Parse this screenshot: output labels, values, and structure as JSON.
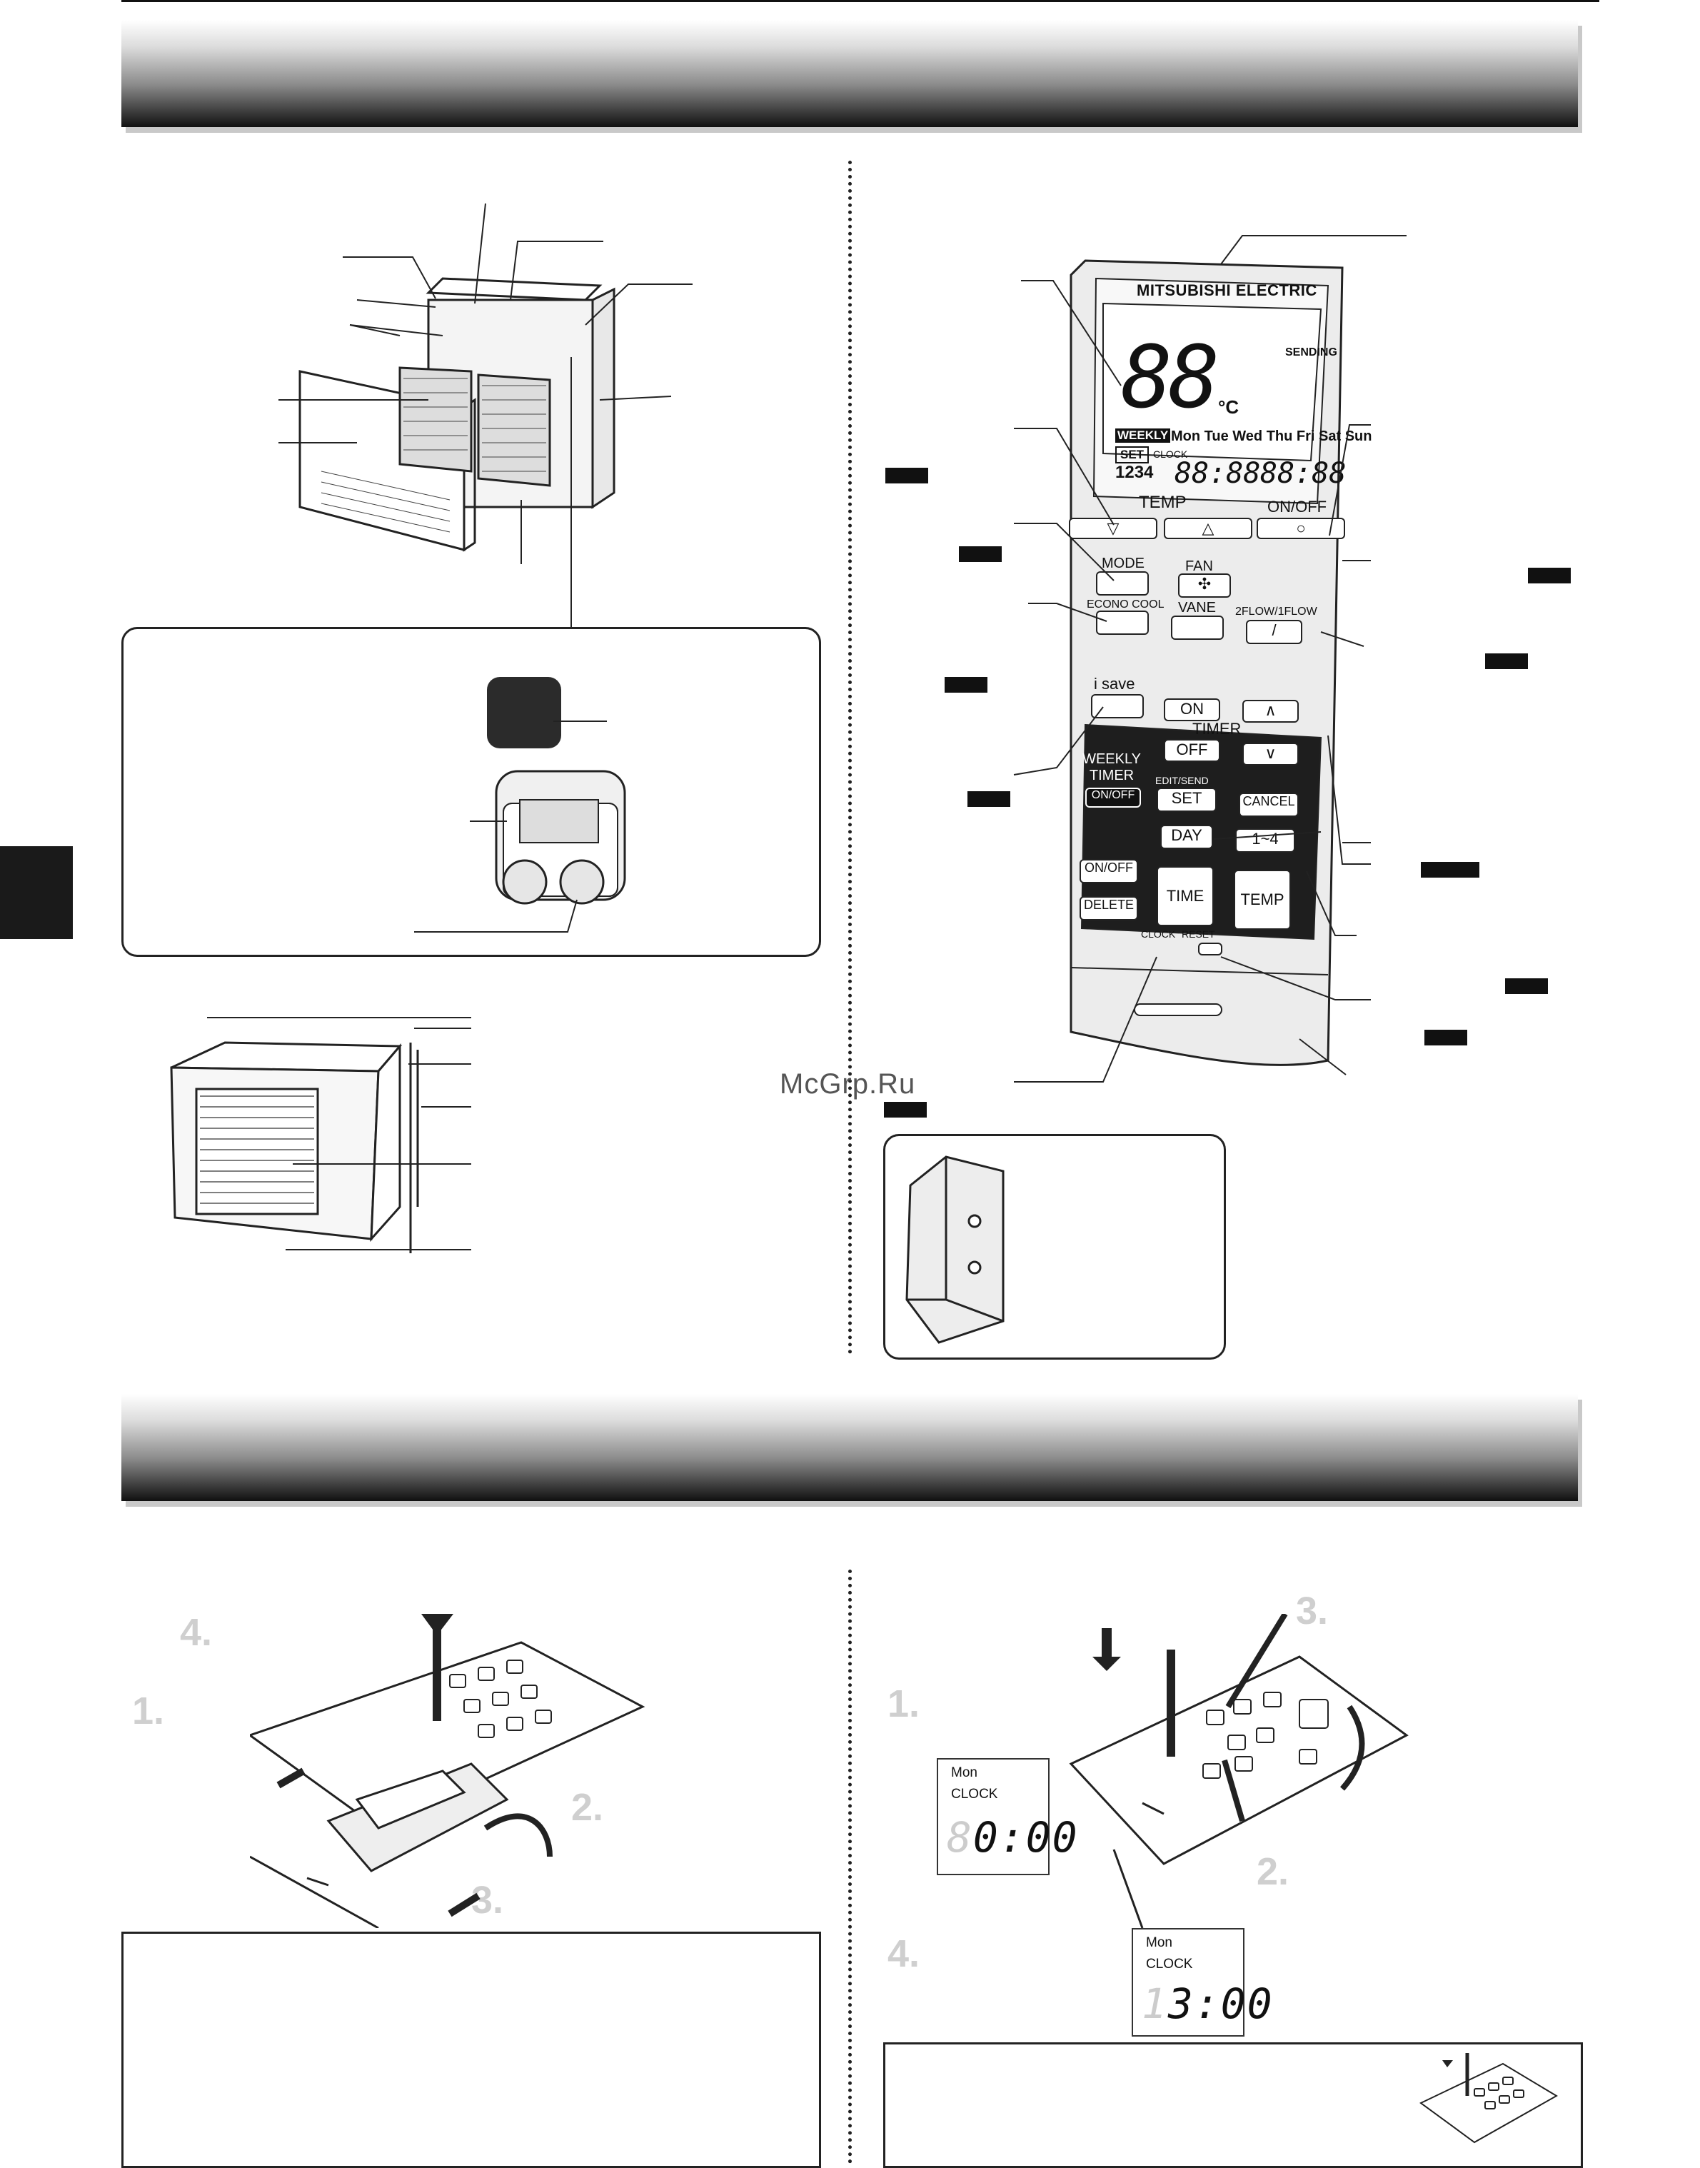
{
  "watermark": "McGrp.Ru",
  "remote": {
    "brand": "MITSUBISHI ELECTRIC",
    "display_temp": "88",
    "display_unit": "°C",
    "sending": "SENDING",
    "weekly": "WEEKLY",
    "days": "Mon Tue Wed Thu Fri Sat Sun",
    "set": "SET",
    "clock": "CLOCK",
    "on": "ON",
    "off": "OFF",
    "digits": "1234",
    "time1": "88:88",
    "time2": "88:88",
    "temp_label": "TEMP",
    "onoff_label": "ON/OFF",
    "mode_label": "MODE",
    "fan_label": "FAN",
    "econo_label": "ECONO COOL",
    "vane_label": "VANE",
    "flow_label": "2FLOW/1FLOW",
    "flow_symbol": "/",
    "isave_label": "i save",
    "timer_on": "ON",
    "timer_label": "TIMER",
    "timer_off": "OFF",
    "weekly_timer_label": "WEEKLY TIMER",
    "weekly_onoff": "ON/OFF",
    "edit_send": "EDIT/SEND",
    "set_btn": "SET",
    "cancel": "CANCEL",
    "day": "DAY",
    "range": "1~4",
    "onoff_btn": "ON/OFF",
    "delete": "DELETE",
    "time_btn": "TIME",
    "temp_btn": "TEMP",
    "clock_btn": "CLOCK",
    "reset_btn": "RESET"
  },
  "battery_steps": [
    "4.",
    "1.",
    "2.",
    "3."
  ],
  "clock_steps": [
    "3.",
    "1.",
    "2.",
    "4."
  ],
  "lcd_before": {
    "day": "Mon",
    "label": "CLOCK",
    "time": "0:00",
    "hour_ghost": "8"
  },
  "lcd_after": {
    "day": "Mon",
    "label": "CLOCK",
    "time": "3:00",
    "hour_ghost": "1"
  }
}
